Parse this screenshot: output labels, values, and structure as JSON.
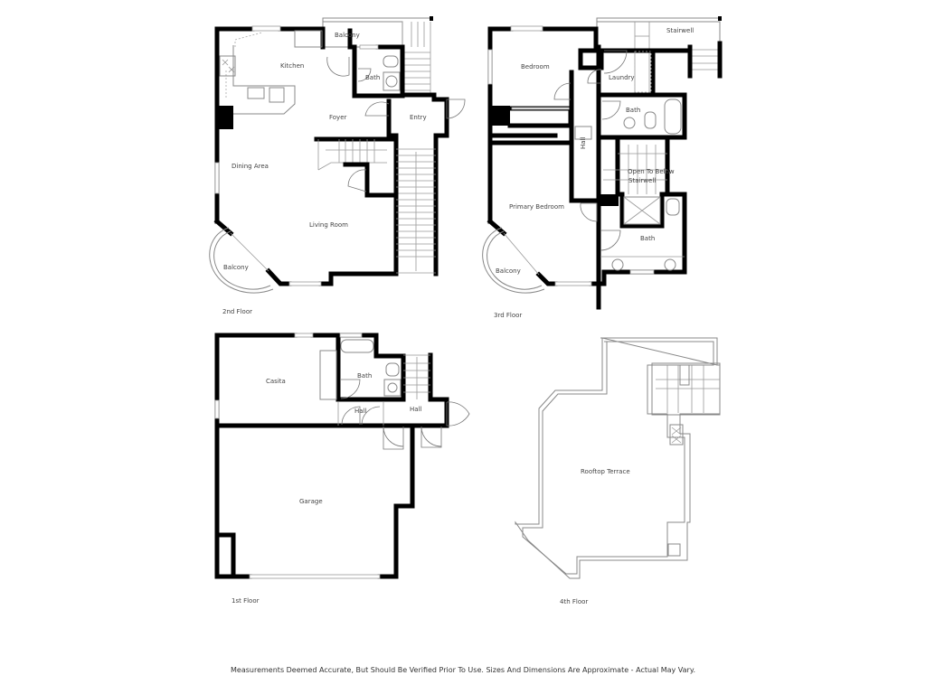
{
  "floors": {
    "second": {
      "label": "2nd Floor",
      "rooms": {
        "balcony_top": "Balcony",
        "kitchen": "Kitchen",
        "bath": "Bath",
        "foyer": "Foyer",
        "entry": "Entry",
        "dining": "Dining Area",
        "living": "Living Room",
        "balcony": "Balcony"
      }
    },
    "third": {
      "label": "3rd Floor",
      "rooms": {
        "stairwell": "Stairwell",
        "bedroom": "Bedroom",
        "laundry": "Laundry",
        "bath_upper": "Bath",
        "hall": "Hall",
        "open_below_1": "Open To Below",
        "open_below_2": "Stairwell",
        "primary_bedroom": "Primary Bedroom",
        "bath_primary": "Bath",
        "balcony": "Balcony"
      }
    },
    "first": {
      "label": "1st Floor",
      "rooms": {
        "casita": "Casita",
        "bath": "Bath",
        "hall_small": "Hall",
        "hall": "Hall",
        "garage": "Garage"
      }
    },
    "fourth": {
      "label": "4th Floor",
      "rooms": {
        "rooftop": "Rooftop Terrace"
      }
    }
  },
  "footer": {
    "disclaimer": "Measurements Deemed Accurate, But Should Be Verified Prior To Use. Sizes And Dimensions Are Approximate - Actual May Vary."
  }
}
